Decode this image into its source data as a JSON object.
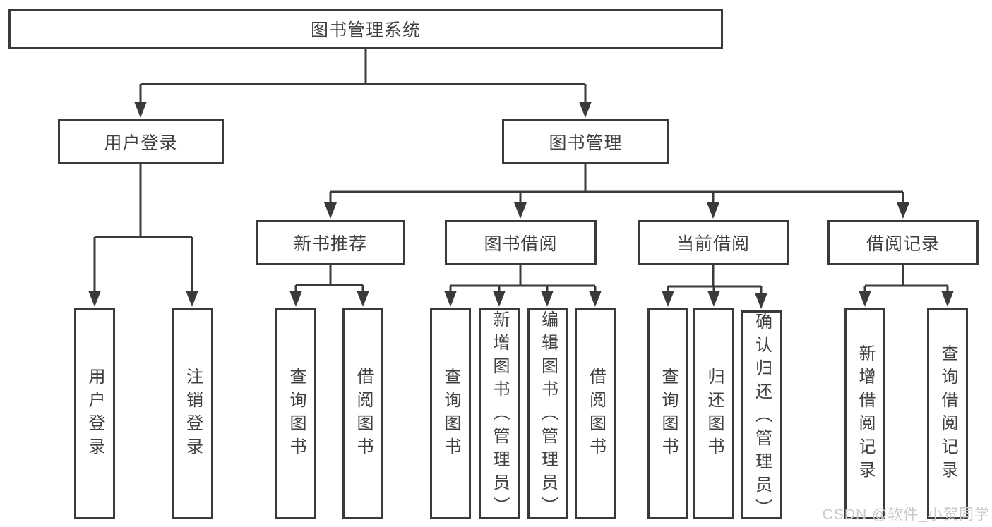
{
  "colors": {
    "line": "#3a3a3a",
    "text": "#404040",
    "background": "#ffffff",
    "watermark_text_color": "#c9c9c9"
  },
  "watermark": {
    "text": "CSDN @软件_小贺同学"
  },
  "tree": {
    "label": "图书管理系统",
    "children": [
      {
        "label": "用户登录",
        "children": [
          {
            "label": "用户登录"
          },
          {
            "label": "注销登录"
          }
        ]
      },
      {
        "label": "图书管理",
        "children": [
          {
            "label": "新书推荐",
            "children": [
              {
                "label": "查询图书"
              },
              {
                "label": "借阅图书"
              }
            ]
          },
          {
            "label": "图书借阅",
            "children": [
              {
                "label": "查询图书"
              },
              {
                "label": "新增图书（管理员）"
              },
              {
                "label": "编辑图书（管理员）"
              },
              {
                "label": "借阅图书"
              }
            ]
          },
          {
            "label": "当前借阅",
            "children": [
              {
                "label": "查询图书"
              },
              {
                "label": "归还图书"
              },
              {
                "label": "确认归还（管理员）"
              }
            ]
          },
          {
            "label": "借阅记录",
            "children": [
              {
                "label": "新增借阅记录"
              },
              {
                "label": "查询借阅记录"
              }
            ]
          }
        ]
      }
    ]
  }
}
